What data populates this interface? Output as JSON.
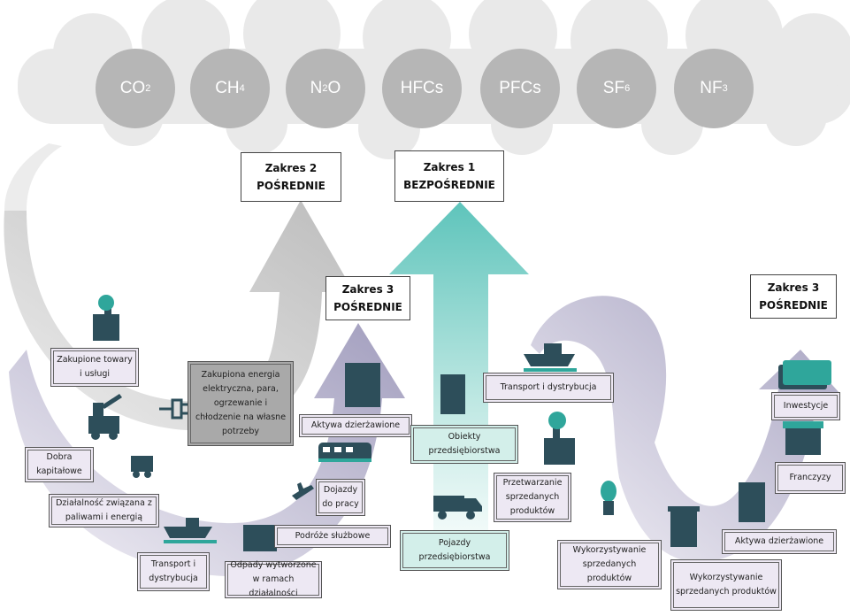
{
  "gases": [
    {
      "main": "CO",
      "sub": "2"
    },
    {
      "main": "CH",
      "sub": "4"
    },
    {
      "main": "N",
      "sub": "2",
      "tail": "O"
    },
    {
      "main": "HFCs",
      "sub": ""
    },
    {
      "main": "PFCs",
      "sub": ""
    },
    {
      "main": "SF",
      "sub": "6"
    },
    {
      "main": "NF",
      "sub": "3"
    }
  ],
  "scopes": {
    "scope2": {
      "title": "Zakres 2",
      "type": "POŚREDNIE"
    },
    "scope1": {
      "title": "Zakres 1",
      "type": "BEZPOŚREDNIE"
    },
    "scope3_up": {
      "title": "Zakres 3",
      "type": "POŚREDNIE"
    },
    "scope3_down": {
      "title": "Zakres 3",
      "type": "POŚREDNIE"
    }
  },
  "labels": {
    "purchased_goods": "Zakupione towary i usługi",
    "purchased_energy": "Zakupiona energia elektryczna, para, ogrzewanie i chłodzenie na własne potrzeby",
    "capital_goods": "Dobra kapitałowe",
    "fuel_energy": "Działalność związana z paliwami i energią",
    "transport_up": "Transport i dystrybucja",
    "waste": "Odpady wytworzone w ramach działalności",
    "business_travel": "Podróże służbowe",
    "commuting": "Dojazdy do pracy",
    "leased_up": "Aktywa dzierżawione",
    "facilities": "Obiekty przedsiębiorstwa",
    "vehicles": "Pojazdy przedsiębiorstwa",
    "transport_down": "Transport i dystrybucja",
    "processing": "Przetwarzanie sprzedanych produktów",
    "use_sold": "Wykorzystywanie sprzedanych produktów",
    "eol_sold": "Wykorzystywanie sprzedanych produktów",
    "leased_down": "Aktywa dzierżawione",
    "franchises": "Franczyzy",
    "investments": "Inwestycje"
  },
  "colors": {
    "cloud": "#e9e9e9",
    "gas_circle": "#b6b6b6",
    "scope1_arrow": "#5ec4bb",
    "scope2_arrow": "#c2c2c2",
    "scope3_arrow": "#a19dbd",
    "icon_dark": "#2d4e5a",
    "icon_teal": "#2fa69b",
    "label_purple": "#ede8f3",
    "label_mint": "#d3efea"
  }
}
